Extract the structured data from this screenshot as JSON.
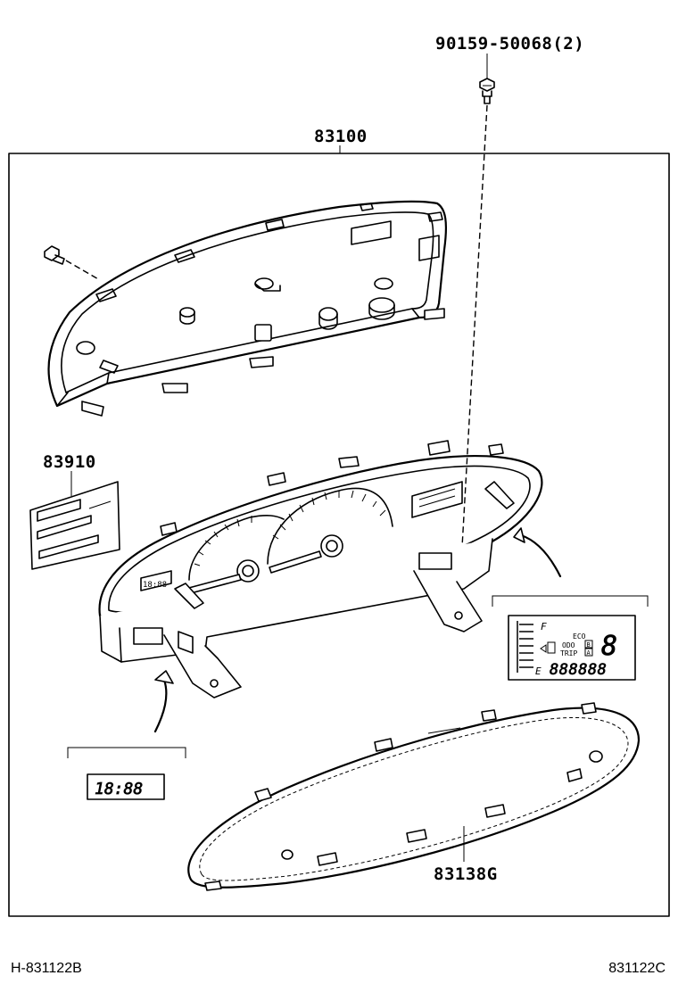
{
  "parts": {
    "screw": {
      "number": "90159-50068",
      "quantity": "(2)"
    },
    "cluster_assembly": {
      "number": "83100"
    },
    "circuit_board": {
      "number": "83910"
    },
    "lens_glass": {
      "number": "83138G"
    }
  },
  "insets": {
    "clock_display": {
      "digits": "18:88"
    },
    "fuel_odometer_display": {
      "fuel_full": "F",
      "fuel_empty": "E",
      "eco": "ECO",
      "odo": "ODO",
      "trip": "TRIP",
      "seg_b": "B",
      "seg_a": "A",
      "digits": "888888",
      "big_digit": "8"
    }
  },
  "small_display": {
    "digits": "18:88"
  },
  "footer": {
    "left_code": "H-831122B",
    "right_code": "831122C"
  }
}
